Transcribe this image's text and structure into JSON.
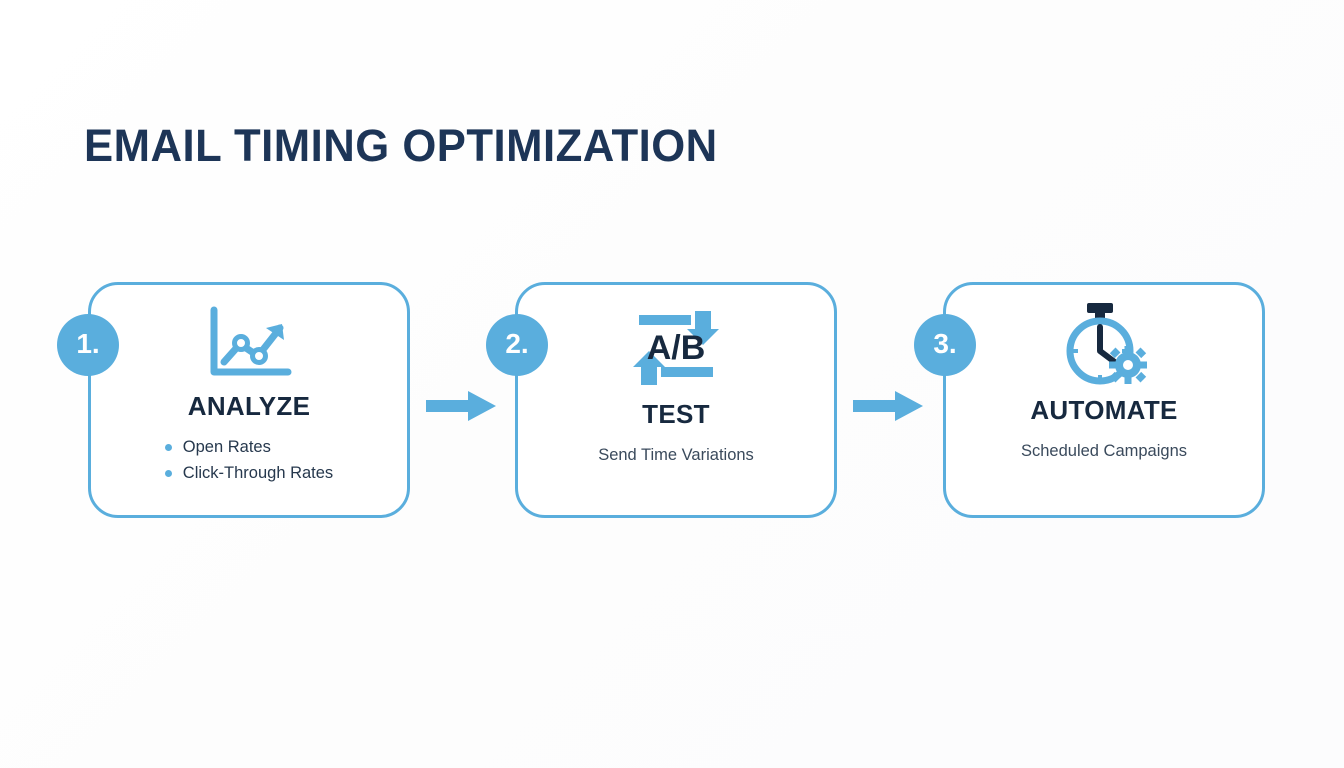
{
  "slide": {
    "title": "EMAIL TIMING OPTIMIZATION",
    "background_color": "#fdfdfe",
    "accent_color": "#5aaedd",
    "heading_color": "#1d3557",
    "body_text_color": "#26384d"
  },
  "steps": [
    {
      "number": "1.",
      "icon": "line-chart-growth-icon",
      "heading": "ANALYZE",
      "subtitle": "",
      "bullets": [
        "Open Rates",
        "Click-Through Rates"
      ]
    },
    {
      "number": "2.",
      "icon": "ab-test-icon",
      "heading": "TEST",
      "subtitle": "Send Time Variations",
      "bullets": []
    },
    {
      "number": "3.",
      "icon": "stopwatch-gear-icon",
      "heading": "AUTOMATE",
      "subtitle": "Scheduled Campaigns",
      "bullets": []
    }
  ],
  "connectors": [
    {
      "name": "arrow-step-1-to-2",
      "direction": "right"
    },
    {
      "name": "arrow-step-2-to-3",
      "direction": "right"
    }
  ],
  "icon_labels": {
    "ab_test_text": "A/B"
  }
}
